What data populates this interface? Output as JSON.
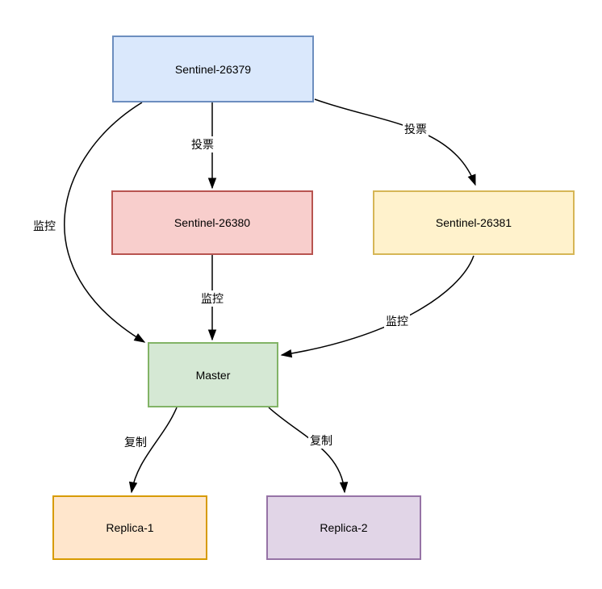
{
  "canvas": {
    "background_color": "#ffffff",
    "text_color": "#000000",
    "edge_color": "#000000"
  },
  "diagram": {
    "type": "flowchart",
    "description": "Redis Sentinel topology: three sentinels vote and monitor a master which replicates to two replicas",
    "nodes": [
      {
        "id": "sentinel-26379",
        "label": "Sentinel-26379",
        "fill": "#dae8fc",
        "stroke": "#6c8ebf"
      },
      {
        "id": "sentinel-26380",
        "label": "Sentinel-26380",
        "fill": "#f8cecc",
        "stroke": "#b85450"
      },
      {
        "id": "sentinel-26381",
        "label": "Sentinel-26381",
        "fill": "#fff2cc",
        "stroke": "#d6b656"
      },
      {
        "id": "master",
        "label": "Master",
        "fill": "#d5e8d4",
        "stroke": "#82b366"
      },
      {
        "id": "replica-1",
        "label": "Replica-1",
        "fill": "#ffe6cc",
        "stroke": "#d79b00"
      },
      {
        "id": "replica-2",
        "label": "Replica-2",
        "fill": "#e1d5e7",
        "stroke": "#9673a6"
      }
    ],
    "edges": [
      {
        "from": "sentinel-26379",
        "to": "sentinel-26380",
        "label": "投票"
      },
      {
        "from": "sentinel-26379",
        "to": "sentinel-26381",
        "label": "投票"
      },
      {
        "from": "sentinel-26379",
        "to": "master",
        "label": "监控"
      },
      {
        "from": "sentinel-26380",
        "to": "master",
        "label": "监控"
      },
      {
        "from": "sentinel-26381",
        "to": "master",
        "label": "监控"
      },
      {
        "from": "master",
        "to": "replica-1",
        "label": "复制"
      },
      {
        "from": "master",
        "to": "replica-2",
        "label": "复制"
      }
    ]
  }
}
